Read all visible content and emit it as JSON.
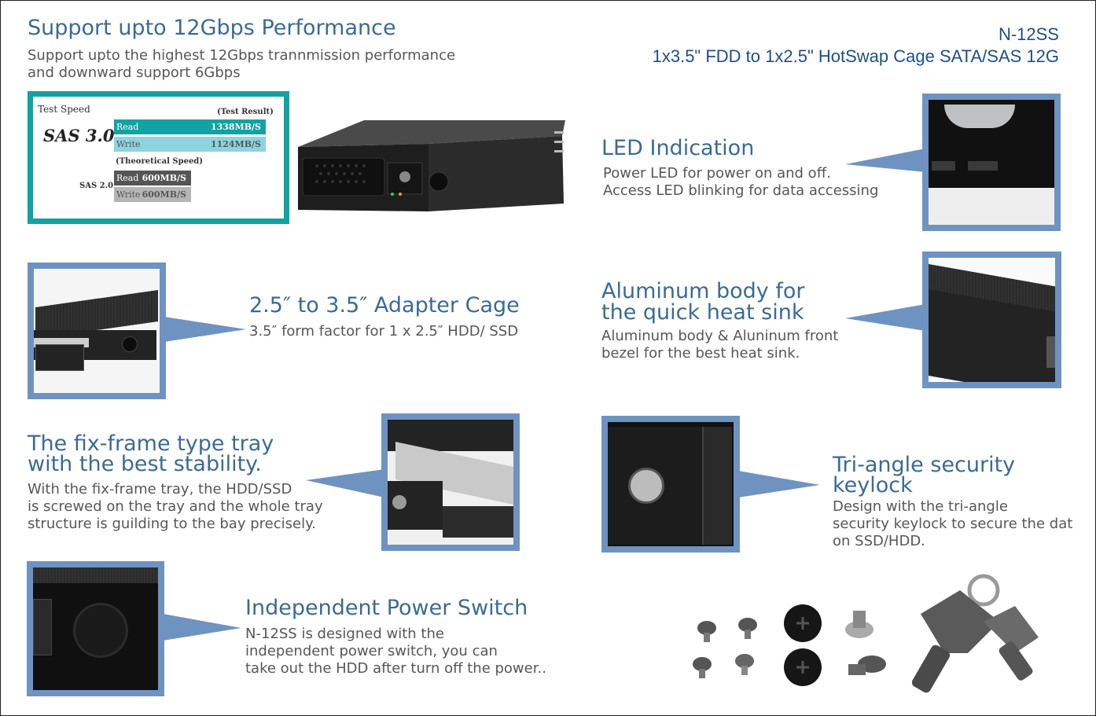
{
  "header": {
    "title": "Support upto 12Gbps Performance",
    "subtitle_line1": "Support upto the highest 12Gbps trannmission performance",
    "subtitle_line2": "and downward support 6Gbps",
    "model": "N-12SS",
    "product": "1x3.5\" FDD to 1x2.5\" HotSwap Cage SATA/SAS 12G"
  },
  "speed": {
    "test_speed_label": "Test Speed",
    "test_result_label": "(Test Result)",
    "sas3_label": "SAS 3.0",
    "sas3_read_label": "Read",
    "sas3_read_value": "1338MB/S",
    "sas3_write_label": "Write",
    "sas3_write_value": "1124MB/S",
    "theoretical_label": "(Theoretical Speed)",
    "sas2_label": "SAS 2.0",
    "sas2_read_label": "Read",
    "sas2_read_value": "600MB/S",
    "sas2_write_label": "Write",
    "sas2_write_value": "600MB/S"
  },
  "features": {
    "led": {
      "title": "LED Indication",
      "line1": "Power LED for power on and off.",
      "line2": "Access LED blinking for data accessing"
    },
    "adapter": {
      "title": "2.5″   to 3.5″   Adapter Cage",
      "line1": "3.5″   form factor for 1 x 2.5″   HDD/ SSD"
    },
    "aluminum": {
      "title1": "Aluminum body for",
      "title2": "the quick heat sink",
      "line1": "Aluminum body & Aluninum front",
      "line2": "bezel for the best heat sink."
    },
    "tray": {
      "title1": "The fix-frame type tray",
      "title2": "with the best stability.",
      "line1": "With the fix-frame tray, the HDD/SSD",
      "line2": "is screwed on the tray and the whole tray",
      "line3": "structure is guilding to the bay precisely."
    },
    "keylock": {
      "title1": "Tri-angle security",
      "title2": "keylock",
      "line1": "Design with the tri-angle",
      "line2": "security keylock to secure the data",
      "line3": "on SSD/HDD."
    },
    "power": {
      "title": "Independent  Power Switch",
      "line1": "N-12SS is designed with the",
      "line2": "independent power switch, you can",
      "line3": "take out the HDD after turn off the power.."
    }
  },
  "colors": {
    "heading": "#3b6b93",
    "frame": "#6f93c1",
    "teal": "#11a2a2",
    "model_text": "#1f4f86"
  }
}
